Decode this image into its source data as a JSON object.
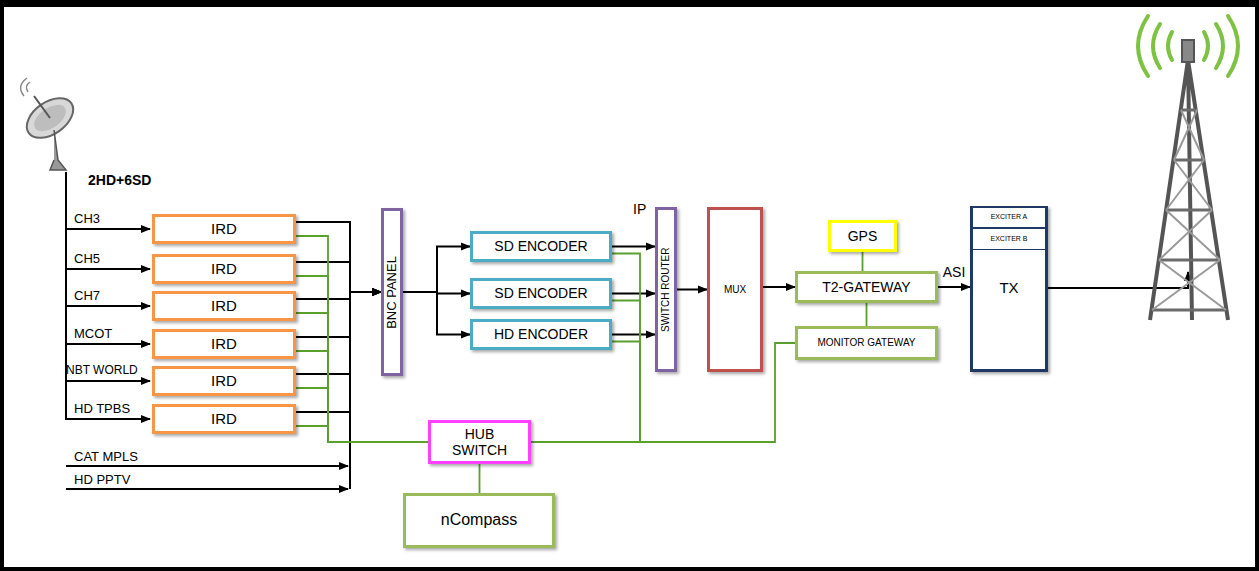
{
  "diagram": {
    "nodes": [
      {
        "text": [
          "IRD"
        ]
      },
      {
        "text": [
          "IRD"
        ]
      },
      {
        "text": [
          "IRD"
        ]
      },
      {
        "text": [
          "IRD"
        ]
      },
      {
        "text": [
          "IRD"
        ]
      },
      {
        "text": [
          "IRD"
        ]
      },
      {
        "text": [
          "BNC PANEL"
        ]
      },
      {
        "text": [
          "SD ENCODER"
        ]
      },
      {
        "text": [
          "SD ENCODER"
        ]
      },
      {
        "text": [
          "HD ENCODER"
        ]
      },
      {
        "text": [
          "SWITCH ROUTER"
        ]
      },
      {
        "text": [
          "MUX"
        ]
      },
      {
        "text": [
          "GPS"
        ]
      },
      {
        "text": [
          "T2-GATEWAY"
        ]
      },
      {
        "text": [
          "MONITOR GATEWAY"
        ]
      },
      {
        "text": [
          "TX"
        ]
      },
      {
        "text": [
          "EXCITER A"
        ],
        "in": 15
      },
      {
        "text": [
          "EXCITER B"
        ],
        "in": 15
      },
      {
        "text": [
          "HUB SWITCH"
        ]
      },
      {
        "text": [
          "nCompass"
        ]
      }
    ],
    "edges": [
      {
        "from": 0,
        "to": 6,
        "arrow": "to"
      },
      {
        "from": 1,
        "to": 6,
        "arrow": "to"
      },
      {
        "from": 2,
        "to": 6,
        "arrow": "to"
      },
      {
        "from": 3,
        "to": 6,
        "arrow": "to"
      },
      {
        "from": 4,
        "to": 6,
        "arrow": "to"
      },
      {
        "from": 5,
        "to": 6,
        "arrow": "to"
      },
      {
        "from": 6,
        "to": 7,
        "arrow": "to"
      },
      {
        "from": 6,
        "to": 8,
        "arrow": "to"
      },
      {
        "from": 6,
        "to": 9,
        "arrow": "to"
      },
      {
        "from": 7,
        "to": 10,
        "arrow": "to"
      },
      {
        "from": 8,
        "to": 10,
        "arrow": "to"
      },
      {
        "from": 9,
        "to": 10,
        "arrow": "to"
      },
      {
        "from": 10,
        "to": 11,
        "arrow": "to"
      },
      {
        "from": 11,
        "to": 13,
        "arrow": "to"
      },
      {
        "from": 12,
        "to": 13,
        "arrow": "none"
      },
      {
        "from": 13,
        "to": 14,
        "arrow": "none"
      },
      {
        "from": 13,
        "to": 15,
        "label": "ASI",
        "arrow": "to"
      },
      {
        "from": 0,
        "to": 18,
        "arrow": "none"
      },
      {
        "from": 1,
        "to": 18,
        "arrow": "none"
      },
      {
        "from": 2,
        "to": 18,
        "arrow": "none"
      },
      {
        "from": 3,
        "to": 18,
        "arrow": "none"
      },
      {
        "from": 4,
        "to": 18,
        "arrow": "none"
      },
      {
        "from": 5,
        "to": 18,
        "arrow": "none"
      },
      {
        "from": 7,
        "to": 18,
        "arrow": "none"
      },
      {
        "from": 8,
        "to": 18,
        "arrow": "none"
      },
      {
        "from": 9,
        "to": 18,
        "arrow": "none"
      },
      {
        "from": 14,
        "to": 18,
        "arrow": "none"
      },
      {
        "from": 18,
        "to": 19,
        "arrow": "none"
      }
    ],
    "labels": [
      "2HD+6SD",
      "CH3",
      "CH5",
      "CH7",
      "MCOT",
      "NBT WORLD",
      "HD TPBS",
      "CAT MPLS",
      "HD PPTV",
      "IP"
    ]
  }
}
